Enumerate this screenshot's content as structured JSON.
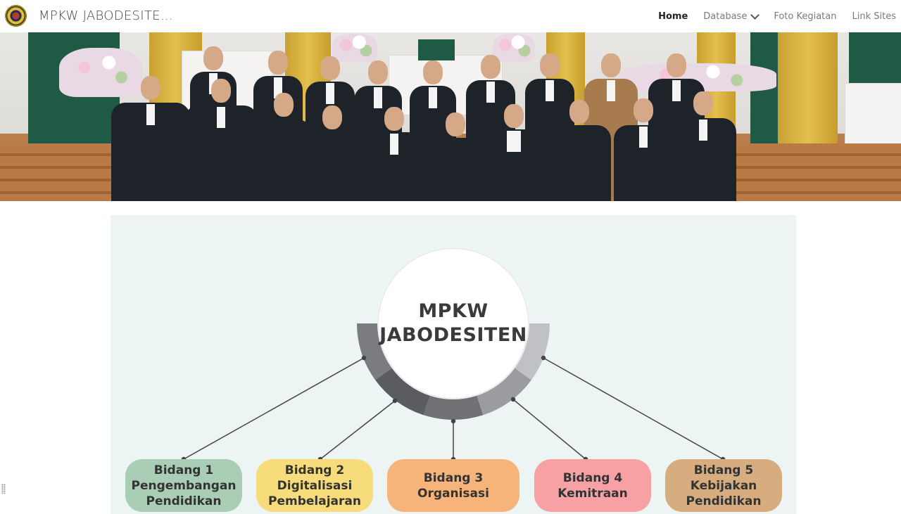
{
  "header": {
    "site_title": "MPKW JABODESITE...",
    "logo_icon": "seal-logo-icon",
    "nav": [
      {
        "label": "Home",
        "active": true
      },
      {
        "label": "Database",
        "dropdown": true
      },
      {
        "label": "Foto Kegiatan"
      },
      {
        "label": "Link Sites"
      }
    ]
  },
  "org_chart": {
    "center_lines": [
      "MPKW",
      "JABODESITEN"
    ],
    "ring_colors": [
      "#7a7c80",
      "#5a5c60",
      "#6f7175",
      "#9a9ca0",
      "#bfc1c4"
    ],
    "bidang": [
      {
        "lines": [
          "Bidang 1",
          "Pengembangan",
          "Pendidikan"
        ],
        "color": "#a9cdb5"
      },
      {
        "lines": [
          "Bidang 2",
          "Digitalisasi",
          "Pembelajaran"
        ],
        "color": "#f7dc7c"
      },
      {
        "lines": [
          "Bidang 3",
          "Organisasi"
        ],
        "color": "#f6b47a"
      },
      {
        "lines": [
          "Bidang 4",
          "Kemitraan"
        ],
        "color": "#f7a1a4"
      },
      {
        "lines": [
          "Bidang 5",
          "Kebijakan",
          "Pendidikan"
        ],
        "color": "#d7ad7f"
      }
    ]
  }
}
